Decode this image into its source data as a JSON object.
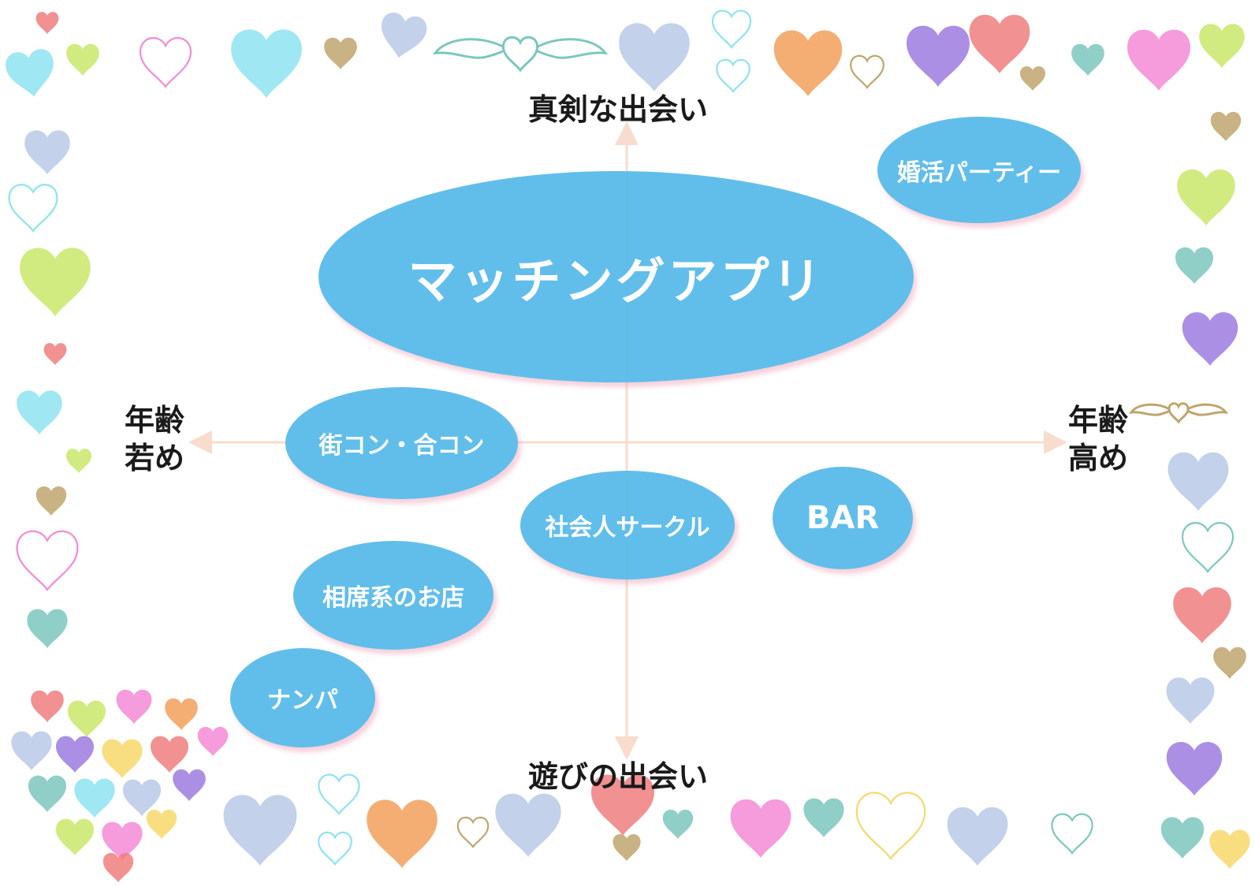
{
  "axes": {
    "top": "真剣な出会い",
    "bottom": "遊びの出会い",
    "left": [
      "年齢",
      "若め"
    ],
    "right": [
      "年齢",
      "高め"
    ],
    "axis_color": "#f8dccd"
  },
  "bubbles": [
    {
      "id": "matching-app",
      "label": "マッチングアプリ"
    },
    {
      "id": "konkatsu-party",
      "label": "婚活パーティー"
    },
    {
      "id": "machikon-goukon",
      "label": "街コン・合コン"
    },
    {
      "id": "shakaijin-circle",
      "label": "社会人サークル"
    },
    {
      "id": "bar",
      "label": "BAR"
    },
    {
      "id": "aiseki-shop",
      "label": "相席系のお店"
    },
    {
      "id": "nanpa",
      "label": "ナンパ"
    }
  ],
  "colors": {
    "bubble_fill": "#5bbcea",
    "bubble_text": "#ffffff",
    "heart_palette": [
      "#8ee3f0",
      "#f48ad6",
      "#c9e86a",
      "#f2a05a",
      "#7cc7bd",
      "#bfa56d",
      "#9c7be0",
      "#b9c9e6",
      "#f7d86a",
      "#f07e7e"
    ]
  },
  "decoration": {
    "border": "heart-border-icon",
    "cluster": "heart-cluster-icon",
    "wings": "winged-heart-icon"
  }
}
